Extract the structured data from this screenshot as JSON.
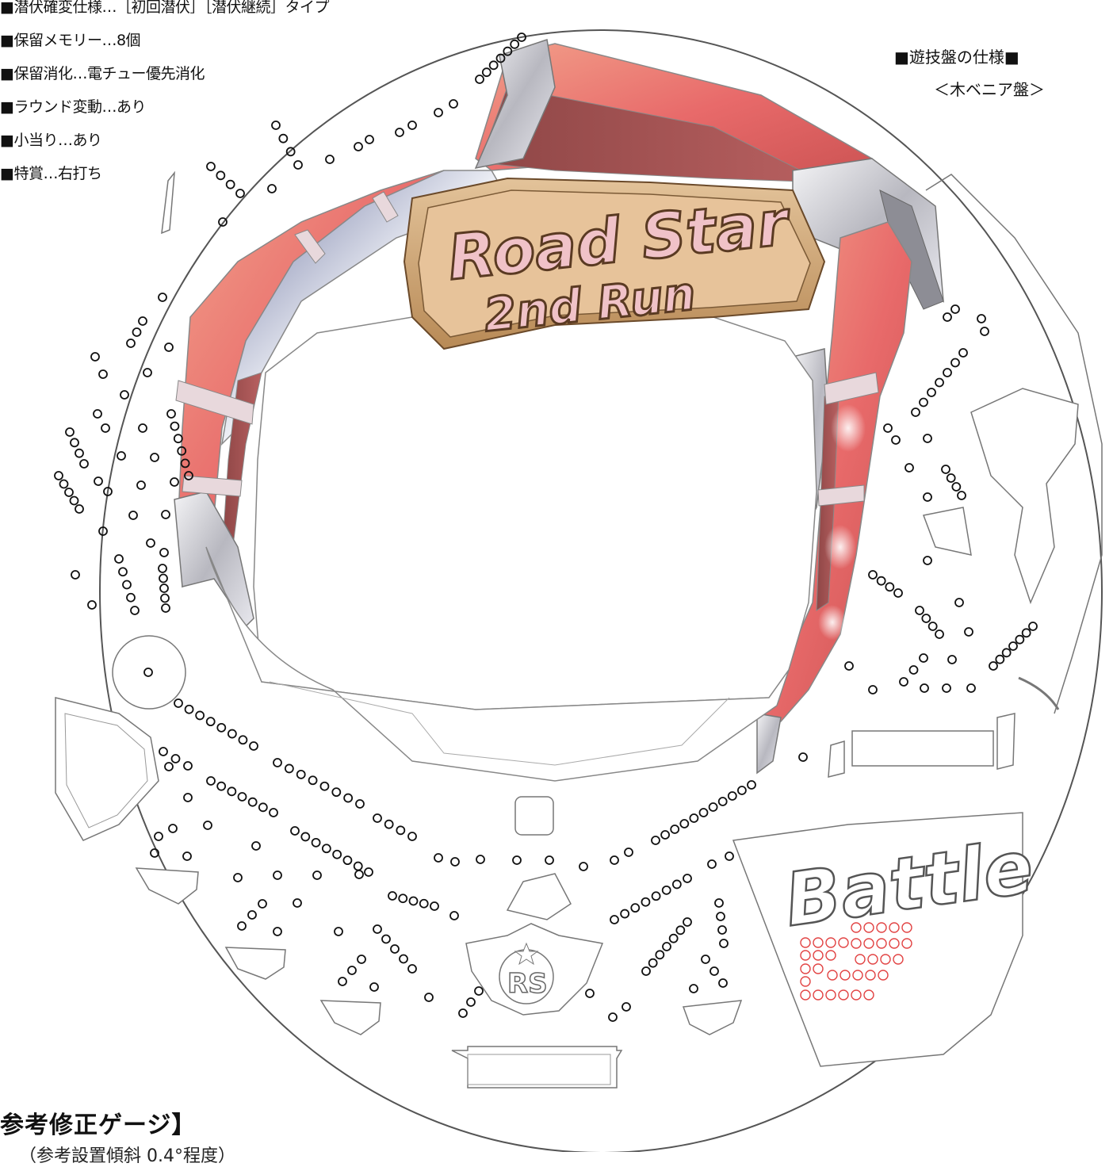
{
  "spec": {
    "items": [
      "■潜伏確変仕様…［初回潜伏］［潜伏継続］タイプ",
      "■保留メモリー…8個",
      "■保留消化…電チュー優先消化",
      "■ラウンド変動…あり",
      "■小当り…あり",
      "■特賞…右打ち"
    ]
  },
  "board": {
    "spec_title": "■遊技盤の仕様■",
    "spec_type": "＜木ベニア盤＞",
    "logo_line1": "Road Star",
    "logo_line2": "2nd Run",
    "battle_label": "Battle",
    "emblem_label": "RS"
  },
  "gauge": {
    "title": "参考修正ゲージ】",
    "subtitle": "（参考設置傾斜 0.4°程度）"
  },
  "colors": {
    "frame_red": "#e86a6a",
    "frame_red_dark": "#9a4e4e",
    "frame_silver": "#b8b8c0",
    "logo_gold": "#c99a66",
    "logo_pink": "#f0c2c8",
    "battle_holes": "#e24444",
    "outline": "#666666"
  }
}
